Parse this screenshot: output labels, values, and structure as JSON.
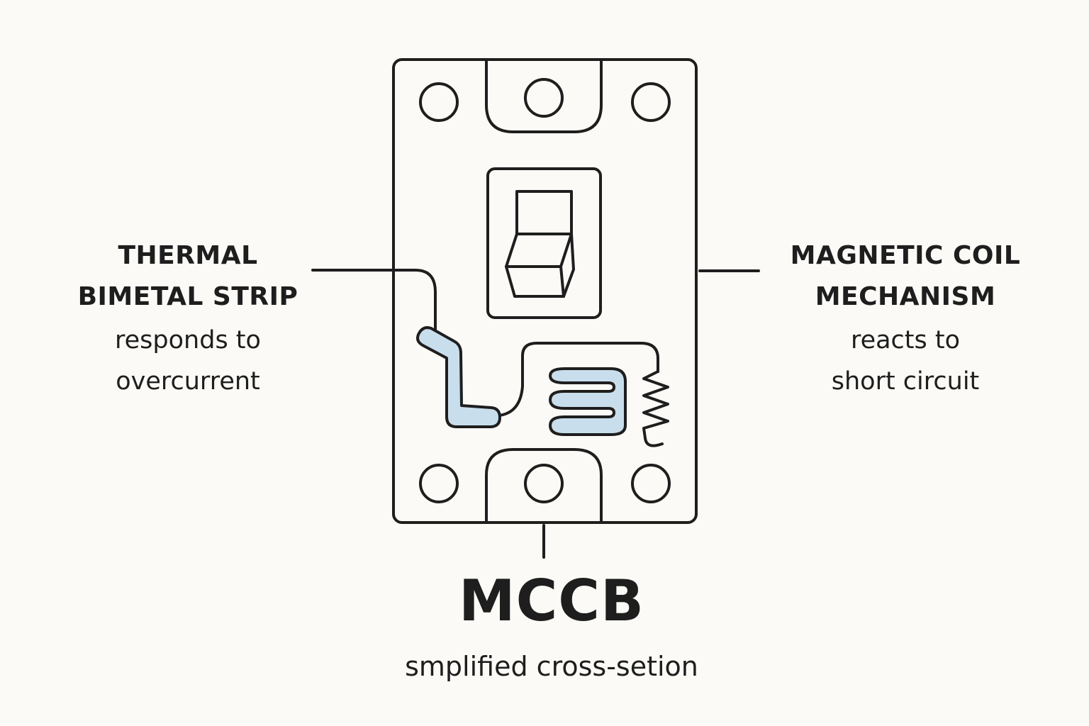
{
  "colors": {
    "background": "#fbfaf6",
    "stroke": "#1e1e1e",
    "fill_accent": "#c9deec"
  },
  "labels": {
    "thermal": {
      "title_line1": "THERMAL",
      "title_line2": "BIMETAL STRIP",
      "desc_line1": "responds to",
      "desc_line2": "overcurrent"
    },
    "magnetic": {
      "title_line1": "MAGNETIC COIL",
      "title_line2": "MECHANISM",
      "desc_line1": "reacts to",
      "desc_line2": "short circuit"
    },
    "main": {
      "title": "MCCB",
      "subtitle": "smplified cross-setion"
    }
  }
}
